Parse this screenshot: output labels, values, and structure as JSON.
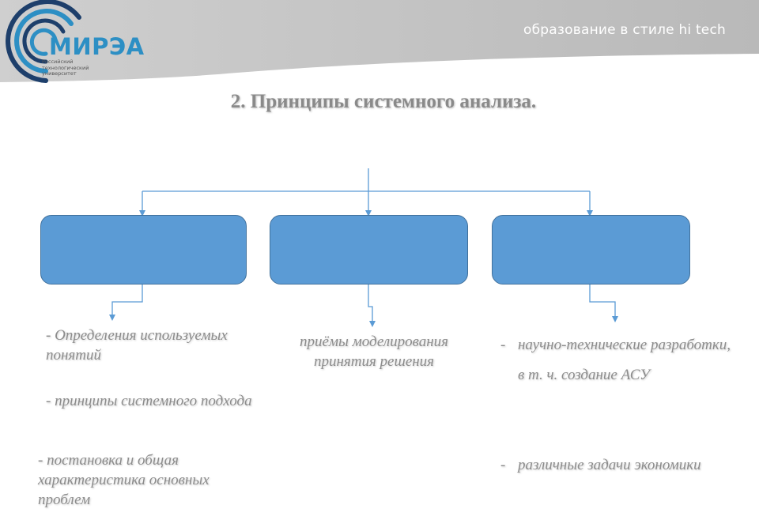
{
  "header": {
    "tagline": "образование в стиле hi tech",
    "logo": {
      "name": "МИРЭА",
      "subtitle": [
        "Российский",
        "технологический",
        "университет"
      ]
    },
    "colors": {
      "banner": "#bdbdbd",
      "logo_blue": "#2d8fc4"
    }
  },
  "slide": {
    "title": "2. Принципы системного анализа."
  },
  "diagram": {
    "box_color": "#5b9bd5",
    "box_border_color": "#41719c",
    "connector_color": "#5b9bd5",
    "boxes": [
      {
        "label": ""
      },
      {
        "label": ""
      },
      {
        "label": ""
      }
    ],
    "left_items": [
      "- Определения используемых понятий",
      "- принципы системного подхода",
      "- постановка и общая характеристика основных проблем"
    ],
    "center_items": [
      "приёмы моделирования принятия решения"
    ],
    "right_items": [
      {
        "dash": "-",
        "text": "научно-технические разработки, в т. ч. создание АСУ"
      },
      {
        "dash": "-",
        "text": "различные задачи экономики"
      }
    ]
  }
}
